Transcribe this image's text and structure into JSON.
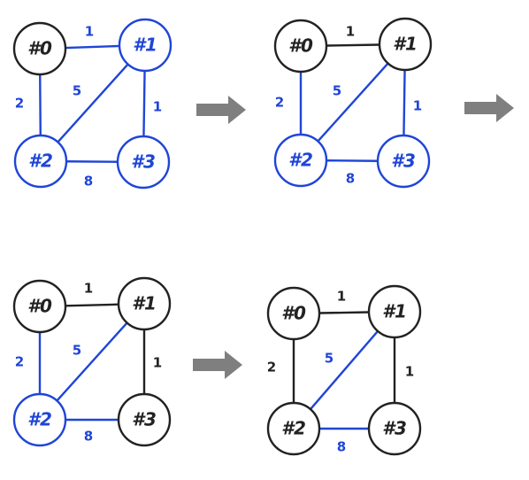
{
  "colors": {
    "black": "#222222",
    "blue": "#1f45d8",
    "arrow": "#7f7f7f"
  },
  "node_labels": {
    "0": "#0",
    "1": "#1",
    "2": "#2",
    "3": "#3"
  },
  "edge_weights": {
    "0-1": "1",
    "0-2": "2",
    "1-2": "5",
    "1-3": "1",
    "2-3": "8"
  },
  "steps": [
    {
      "node_colors": {
        "0": "black",
        "1": "blue",
        "2": "blue",
        "3": "blue"
      },
      "edge_colors": {
        "0-1": "blue",
        "0-2": "blue",
        "1-2": "blue",
        "1-3": "blue",
        "2-3": "blue"
      },
      "weight_colors": {
        "0-1": "blue",
        "0-2": "blue",
        "1-2": "blue",
        "1-3": "blue",
        "2-3": "blue"
      }
    },
    {
      "node_colors": {
        "0": "black",
        "1": "black",
        "2": "blue",
        "3": "blue"
      },
      "edge_colors": {
        "0-1": "black",
        "0-2": "blue",
        "1-2": "blue",
        "1-3": "blue",
        "2-3": "blue"
      },
      "weight_colors": {
        "0-1": "black",
        "0-2": "blue",
        "1-2": "blue",
        "1-3": "blue",
        "2-3": "blue"
      }
    },
    {
      "node_colors": {
        "0": "black",
        "1": "black",
        "2": "blue",
        "3": "black"
      },
      "edge_colors": {
        "0-1": "black",
        "0-2": "blue",
        "1-2": "blue",
        "1-3": "black",
        "2-3": "blue"
      },
      "weight_colors": {
        "0-1": "black",
        "0-2": "blue",
        "1-2": "blue",
        "1-3": "black",
        "2-3": "blue"
      }
    },
    {
      "node_colors": {
        "0": "black",
        "1": "black",
        "2": "black",
        "3": "black"
      },
      "edge_colors": {
        "0-1": "black",
        "0-2": "black",
        "1-2": "blue",
        "1-3": "black",
        "2-3": "blue"
      },
      "weight_colors": {
        "0-1": "black",
        "0-2": "black",
        "1-2": "blue",
        "1-3": "black",
        "2-3": "blue"
      }
    }
  ]
}
